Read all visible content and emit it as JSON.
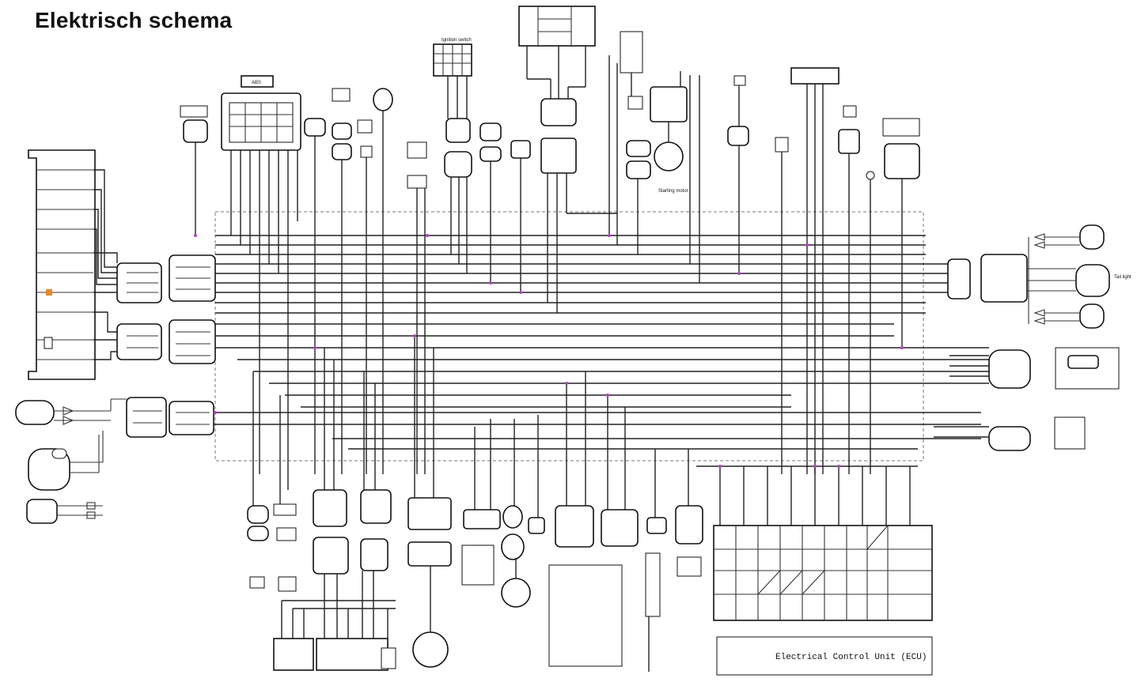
{
  "title": "Elektrisch schema",
  "components": {
    "abs_label": "ABS",
    "ignition_switch": "Ignition switch",
    "starting_motor": "Starting motor",
    "tail_light": "Tail light",
    "ecu_label": "Electrical Control Unit (ECU)"
  },
  "colors": {
    "wire": "#222222",
    "junction": "#b040c0",
    "dashed_frame": "#777777",
    "indicator_orange": "#e58a2a"
  }
}
